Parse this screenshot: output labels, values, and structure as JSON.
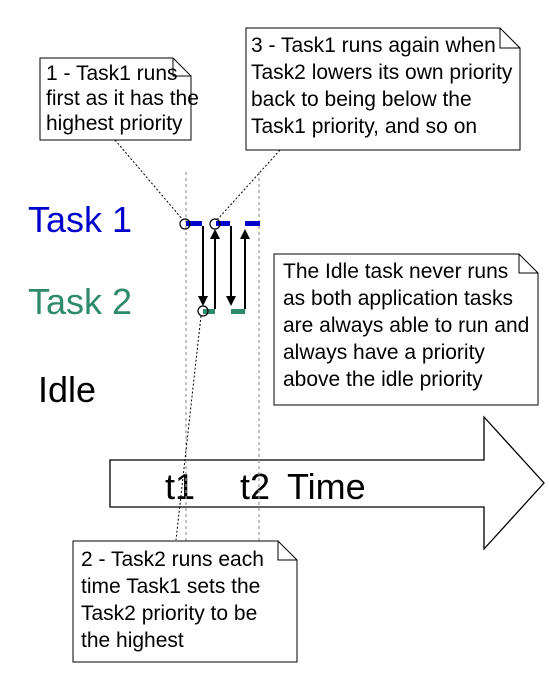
{
  "notes": {
    "note1": [
      "1 - Task1 runs",
      "first as it has the",
      "highest priority"
    ],
    "note2": [
      "2 - Task2 runs each",
      "time Task1 sets the",
      "Task2 priority to be",
      "the highest"
    ],
    "note3": [
      "3 - Task1 runs again when",
      "Task2 lowers its own priority",
      "back to being below the",
      "Task1 priority, and so on"
    ],
    "idle_note": [
      "The Idle task never runs",
      "as both application tasks",
      "are always able to run and",
      "always have a priority",
      "above the idle priority"
    ]
  },
  "rows": {
    "task1": "Task 1",
    "task2": "Task 2",
    "idle": "Idle"
  },
  "time_axis": {
    "t1": "t1",
    "t2": "t2",
    "label": "Time"
  },
  "colors": {
    "task1": "#0000cc",
    "task2": "#2e8b6a",
    "text": "#000000"
  }
}
